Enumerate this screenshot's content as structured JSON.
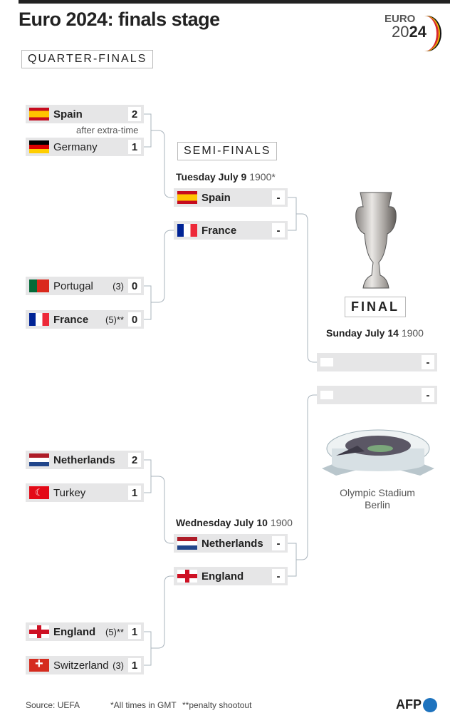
{
  "title": "Euro 2024: finals stage",
  "logo": {
    "line1": "EURO",
    "line2a": "20",
    "line2b": "24"
  },
  "stages": {
    "qf": "QUARTER-FINALS",
    "sf": "SEMI-FINALS",
    "final": "FINAL"
  },
  "qf": [
    {
      "team": "Spain",
      "score": "2",
      "pen": "",
      "bold": true,
      "flag": "es"
    },
    {
      "team": "Germany",
      "score": "1",
      "pen": "",
      "bold": false,
      "flag": "de"
    },
    {
      "team": "Portugal",
      "score": "0",
      "pen": "(3)",
      "bold": false,
      "flag": "pt"
    },
    {
      "team": "France",
      "score": "0",
      "pen": "(5)**",
      "bold": true,
      "flag": "fr"
    },
    {
      "team": "Netherlands",
      "score": "2",
      "pen": "",
      "bold": true,
      "flag": "nl"
    },
    {
      "team": "Turkey",
      "score": "1",
      "pen": "",
      "bold": false,
      "flag": "tr"
    },
    {
      "team": "England",
      "score": "1",
      "pen": "(5)**",
      "bold": true,
      "flag": "en"
    },
    {
      "team": "Switzerland",
      "score": "1",
      "pen": "(3)",
      "bold": false,
      "flag": "ch"
    }
  ],
  "qf_note": "after extra-time",
  "sf_dates": [
    {
      "day": "Tuesday July 9",
      "time": "1900*"
    },
    {
      "day": "Wednesday July 10",
      "time": "1900"
    }
  ],
  "sf": [
    {
      "team": "Spain",
      "score": "-"
    },
    {
      "team": "France",
      "score": "-"
    },
    {
      "team": "Netherlands",
      "score": "-"
    },
    {
      "team": "England",
      "score": "-"
    }
  ],
  "final": {
    "day": "Sunday July 14",
    "time": "1900",
    "scores": [
      "-",
      "-"
    ],
    "venue1": "Olympic Stadium",
    "venue2": "Berlin"
  },
  "footer": {
    "source": "Source: UEFA",
    "note1": "*All times in GMT",
    "note2": "**penalty shootout",
    "brand": "AFP"
  }
}
